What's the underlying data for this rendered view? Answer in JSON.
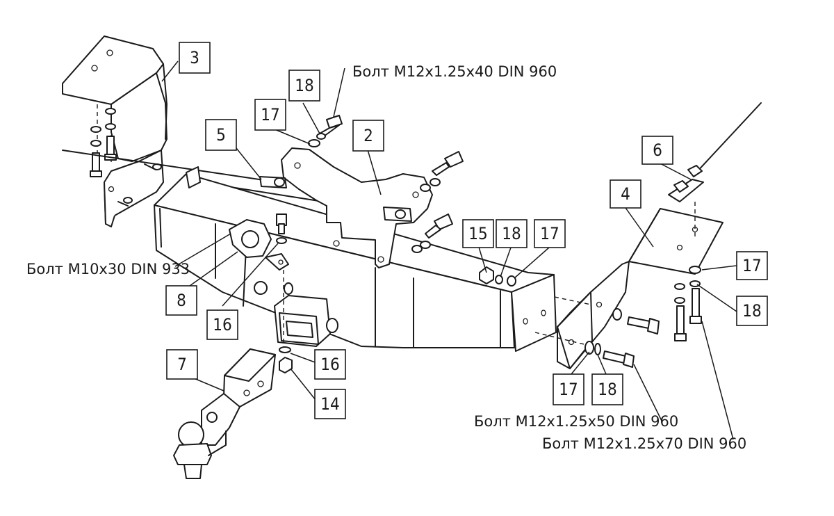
{
  "callouts": [
    {
      "id": "callout-3",
      "label": "3"
    },
    {
      "id": "callout-18-top",
      "label": "18"
    },
    {
      "id": "callout-17-top",
      "label": "17"
    },
    {
      "id": "callout-5",
      "label": "5"
    },
    {
      "id": "callout-2",
      "label": "2"
    },
    {
      "id": "callout-6",
      "label": "6"
    },
    {
      "id": "callout-4",
      "label": "4"
    },
    {
      "id": "callout-15",
      "label": "15"
    },
    {
      "id": "callout-18-mid",
      "label": "18"
    },
    {
      "id": "callout-17-mid",
      "label": "17"
    },
    {
      "id": "callout-17-right",
      "label": "17"
    },
    {
      "id": "callout-18-right",
      "label": "18"
    },
    {
      "id": "callout-8",
      "label": "8"
    },
    {
      "id": "callout-16-left",
      "label": "16"
    },
    {
      "id": "callout-7",
      "label": "7"
    },
    {
      "id": "callout-16-bottom",
      "label": "16"
    },
    {
      "id": "callout-14",
      "label": "14"
    },
    {
      "id": "callout-17-bottom",
      "label": "17"
    },
    {
      "id": "callout-18-bottom",
      "label": "18"
    }
  ],
  "bolt_labels": {
    "m12x40": "Болт М12х1.25х40 DIN 960",
    "m10x30": "Болт М10х30 DIN 933",
    "m12x50": "Болт М12х1.25х50 DIN 960",
    "m12x70": "Болт М12х1.25х70 DIN 960"
  }
}
